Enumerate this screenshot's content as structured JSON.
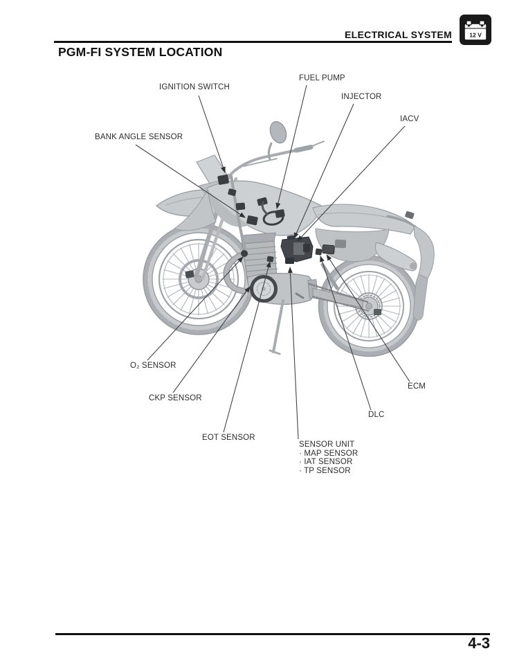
{
  "header": {
    "section": "ELECTRICAL SYSTEM",
    "battery_badge": "12 V"
  },
  "title": "PGM-FI SYSTEM LOCATION",
  "footer": {
    "page_number": "4-3"
  },
  "diagram": {
    "callouts": [
      {
        "key": "ignition-switch",
        "label": "IGNITION SWITCH"
      },
      {
        "key": "fuel-pump",
        "label": "FUEL PUMP"
      },
      {
        "key": "injector",
        "label": "INJECTOR"
      },
      {
        "key": "iacv",
        "label": "IACV"
      },
      {
        "key": "bank-angle-sensor",
        "label": "BANK ANGLE SENSOR"
      },
      {
        "key": "o2-sensor",
        "label": "O₂ SENSOR"
      },
      {
        "key": "ckp-sensor",
        "label": "CKP SENSOR"
      },
      {
        "key": "eot-sensor",
        "label": "EOT SENSOR"
      },
      {
        "key": "sensor-unit",
        "label": "SENSOR UNIT",
        "sub_items": [
          "· MAP SENSOR",
          "· IAT SENSOR",
          "· TP SENSOR"
        ]
      },
      {
        "key": "dlc",
        "label": "DLC"
      },
      {
        "key": "ecm",
        "label": "ECM"
      }
    ]
  }
}
